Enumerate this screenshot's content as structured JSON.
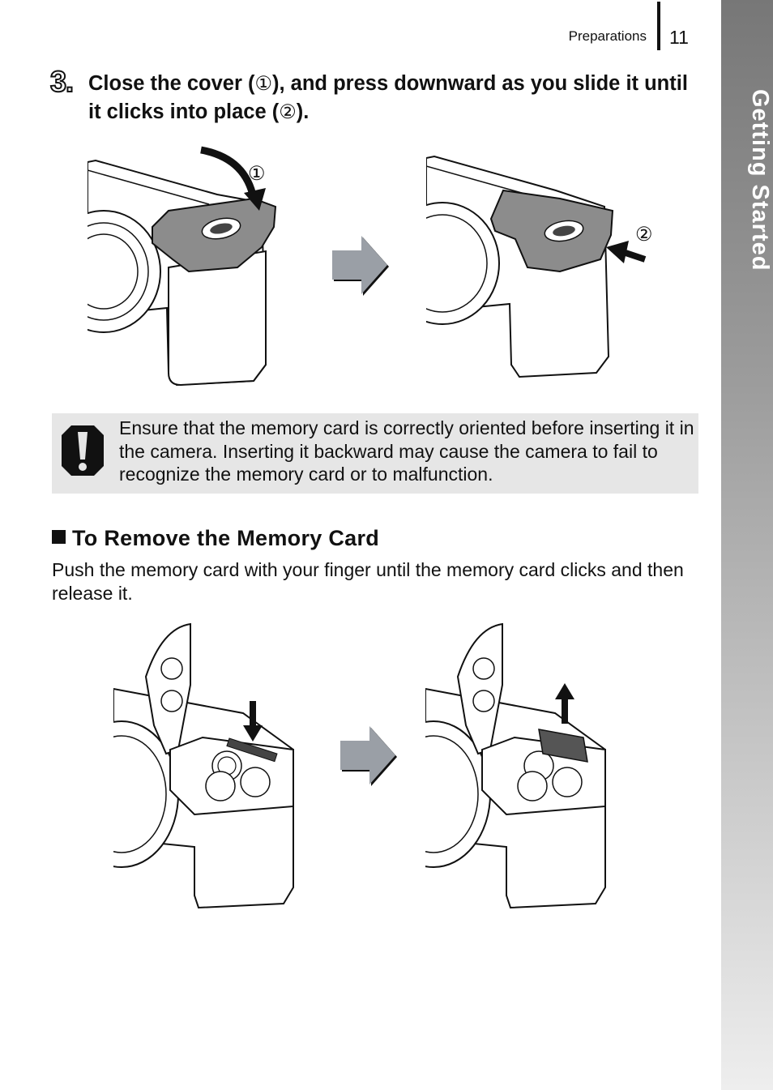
{
  "header": {
    "section": "Preparations",
    "page_number": "11"
  },
  "side_tab": {
    "label": "Getting Started"
  },
  "step": {
    "number": "3.",
    "text_part1": "Close the cover (",
    "marker1": "①",
    "text_part2": "), and press downward as you slide it until it clicks into place (",
    "marker2": "②",
    "text_part3": ")."
  },
  "figure_markers": {
    "one": "①",
    "two": "②"
  },
  "caution": {
    "text": "Ensure that the memory card is correctly oriented before inserting it in the camera. Inserting it backward may cause the camera to fail to recognize the memory card or to malfunction."
  },
  "section": {
    "heading": "To Remove the Memory Card",
    "body": "Push the memory card with your finger until the memory card clicks and then release it."
  },
  "colors": {
    "tab_gradient_top": "#777777",
    "tab_gradient_bottom": "#eeeeee",
    "caution_bg": "#e6e6e6",
    "cover_gray": "#8c8c8c",
    "arrow_gray": "#9a9fa6"
  }
}
